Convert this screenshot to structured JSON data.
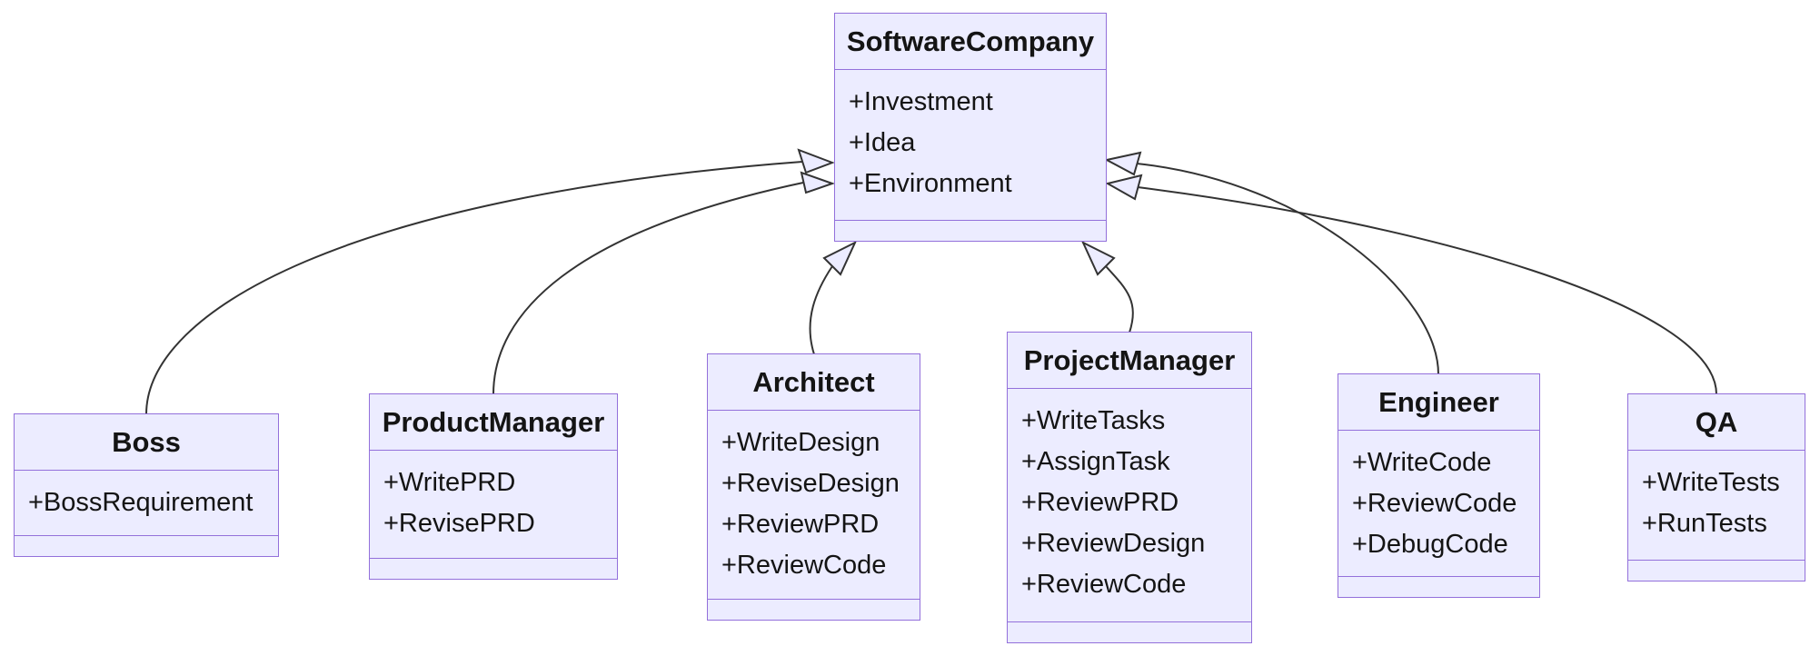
{
  "diagram": {
    "kind": "uml-class-diagram",
    "colors": {
      "class_fill": "#ECECFF",
      "class_border": "#9370DB",
      "edge_stroke": "#333333",
      "text": "#141414",
      "background": "#ffffff"
    },
    "classes": [
      {
        "name": "SoftwareCompany",
        "attributes": [
          "+Investment",
          "+Idea",
          "+Environment"
        ],
        "methods": []
      },
      {
        "name": "Boss",
        "attributes": [
          "+BossRequirement"
        ],
        "methods": []
      },
      {
        "name": "ProductManager",
        "attributes": [
          "+WritePRD",
          "+RevisePRD"
        ],
        "methods": []
      },
      {
        "name": "Architect",
        "attributes": [
          "+WriteDesign",
          "+ReviseDesign",
          "+ReviewPRD",
          "+ReviewCode"
        ],
        "methods": []
      },
      {
        "name": "ProjectManager",
        "attributes": [
          "+WriteTasks",
          "+AssignTask",
          "+ReviewPRD",
          "+ReviewDesign",
          "+ReviewCode"
        ],
        "methods": []
      },
      {
        "name": "Engineer",
        "attributes": [
          "+WriteCode",
          "+ReviewCode",
          "+DebugCode"
        ],
        "methods": []
      },
      {
        "name": "QA",
        "attributes": [
          "+WriteTests",
          "+RunTests"
        ],
        "methods": []
      }
    ],
    "relations": [
      {
        "from": "Boss",
        "to": "SoftwareCompany",
        "type": "inheritance"
      },
      {
        "from": "ProductManager",
        "to": "SoftwareCompany",
        "type": "inheritance"
      },
      {
        "from": "Architect",
        "to": "SoftwareCompany",
        "type": "inheritance"
      },
      {
        "from": "ProjectManager",
        "to": "SoftwareCompany",
        "type": "inheritance"
      },
      {
        "from": "Engineer",
        "to": "SoftwareCompany",
        "type": "inheritance"
      },
      {
        "from": "QA",
        "to": "SoftwareCompany",
        "type": "inheritance"
      }
    ]
  }
}
